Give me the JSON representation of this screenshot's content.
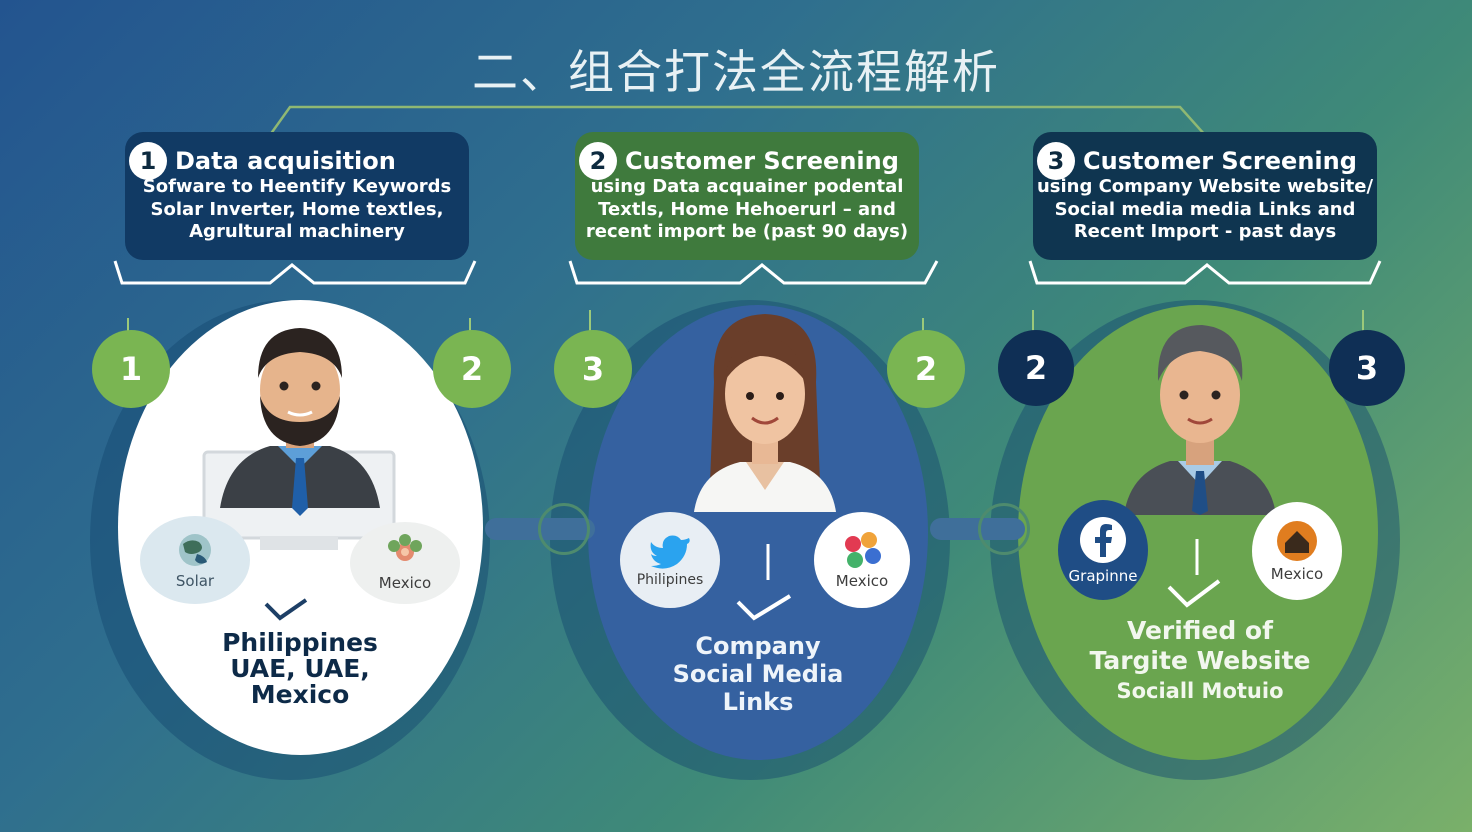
{
  "title": "二、组合打法全流程解析",
  "colors": {
    "panel1": "#113a64",
    "panel2": "#3f7a3d",
    "panel3": "#0f3550",
    "green_badge": "#7ab552",
    "navy_badge": "#0f2f55"
  },
  "steps": [
    {
      "number": "1",
      "title": "Data acquisition",
      "lines": [
        "Sofware to Heentify Keywords",
        "Solar Inverter, Home textles,",
        "Agrultural machinery"
      ],
      "left_badge": "1",
      "right_badge": "2",
      "chip_left": {
        "icon": "solar-globe-icon",
        "label": "Solar"
      },
      "chip_right": {
        "icon": "flower-icon",
        "label": "Mexico"
      },
      "result_lines": [
        "Philippines",
        "UAE, UAE,",
        "Mexico"
      ]
    },
    {
      "number": "2",
      "title": "Customer Screening",
      "lines": [
        "using Data acquainer podental",
        "Textls, Home Hehoerurl – and",
        "recent import be (past 90 days)"
      ],
      "left_badge": "3",
      "right_badge": "2",
      "chip_left": {
        "icon": "twitter-bird-icon",
        "label": "Philipines"
      },
      "chip_right": {
        "icon": "dots-logo-icon",
        "label": "Mexico"
      },
      "result_lines": [
        "Company",
        "Social Media",
        "Links"
      ]
    },
    {
      "number": "3",
      "title": "Customer Screening",
      "lines": [
        "using Company Website website/",
        "Social media media Links and",
        "Recent Import - past days"
      ],
      "left_badge": "2",
      "right_badge": "3",
      "chip_left": {
        "icon": "facebook-icon",
        "label": "Grapinne"
      },
      "chip_right": {
        "icon": "house-logo-icon",
        "label": "Mexico"
      },
      "result_lines": [
        "Verified of",
        "Targite Website",
        "Sociall Motuio"
      ]
    }
  ]
}
